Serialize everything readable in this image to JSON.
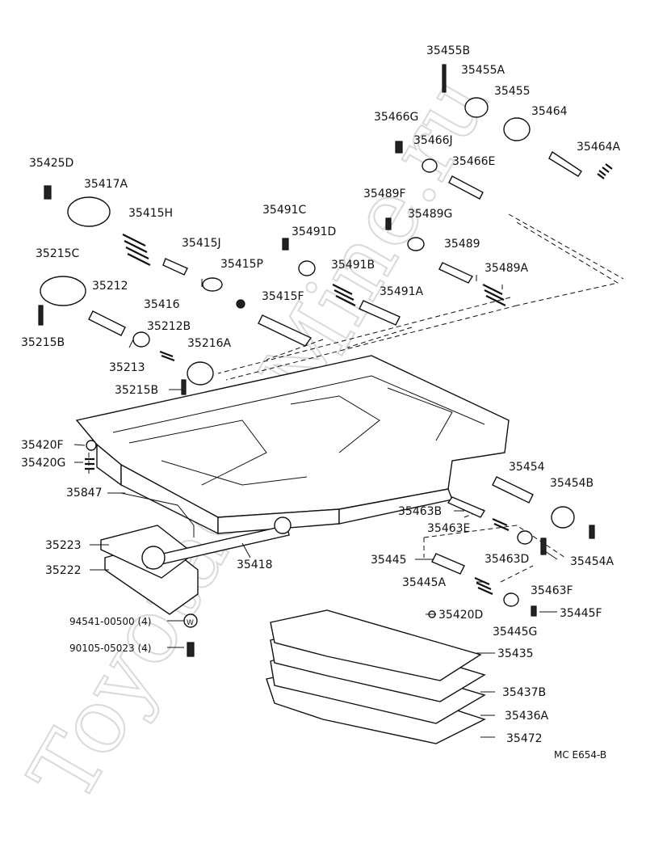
{
  "watermark": "ToyotaCarMine.ru",
  "diagram_code": "MC E654-B",
  "parts": [
    {
      "id": "35455B",
      "label": "35455B"
    },
    {
      "id": "35455A",
      "label": "35455A"
    },
    {
      "id": "35455",
      "label": "35455"
    },
    {
      "id": "35464",
      "label": "35464"
    },
    {
      "id": "35464A",
      "label": "35464A"
    },
    {
      "id": "35466G",
      "label": "35466G"
    },
    {
      "id": "35466J",
      "label": "35466J"
    },
    {
      "id": "35466E",
      "label": "35466E"
    },
    {
      "id": "35425D",
      "label": "35425D"
    },
    {
      "id": "35417A",
      "label": "35417A"
    },
    {
      "id": "35415H",
      "label": "35415H"
    },
    {
      "id": "35491C",
      "label": "35491C"
    },
    {
      "id": "35491D",
      "label": "35491D"
    },
    {
      "id": "35489F",
      "label": "35489F"
    },
    {
      "id": "35489G",
      "label": "35489G"
    },
    {
      "id": "35415J",
      "label": "35415J"
    },
    {
      "id": "35489",
      "label": "35489"
    },
    {
      "id": "35215C",
      "label": "35215C"
    },
    {
      "id": "35415P",
      "label": "35415P"
    },
    {
      "id": "35491B",
      "label": "35491B"
    },
    {
      "id": "35489A",
      "label": "35489A"
    },
    {
      "id": "35212",
      "label": "35212"
    },
    {
      "id": "35416",
      "label": "35416"
    },
    {
      "id": "35415F",
      "label": "35415F"
    },
    {
      "id": "35491A",
      "label": "35491A"
    },
    {
      "id": "35212B",
      "label": "35212B"
    },
    {
      "id": "35215B_top",
      "label": "35215B"
    },
    {
      "id": "35216A",
      "label": "35216A"
    },
    {
      "id": "35213",
      "label": "35213"
    },
    {
      "id": "35215B",
      "label": "35215B"
    },
    {
      "id": "35420F",
      "label": "35420F"
    },
    {
      "id": "35420G",
      "label": "35420G"
    },
    {
      "id": "35454",
      "label": "35454"
    },
    {
      "id": "35454B",
      "label": "35454B"
    },
    {
      "id": "35847",
      "label": "35847"
    },
    {
      "id": "35463B",
      "label": "35463B"
    },
    {
      "id": "35463E",
      "label": "35463E"
    },
    {
      "id": "35223",
      "label": "35223"
    },
    {
      "id": "35418",
      "label": "35418"
    },
    {
      "id": "35445",
      "label": "35445"
    },
    {
      "id": "35463D",
      "label": "35463D"
    },
    {
      "id": "35454A",
      "label": "35454A"
    },
    {
      "id": "35222",
      "label": "35222"
    },
    {
      "id": "35445A",
      "label": "35445A"
    },
    {
      "id": "35463F",
      "label": "35463F"
    },
    {
      "id": "35420D",
      "label": "35420D"
    },
    {
      "id": "35445F",
      "label": "35445F"
    },
    {
      "id": "35445G",
      "label": "35445G"
    },
    {
      "id": "94541",
      "label": "94541-00500 (4)"
    },
    {
      "id": "90105",
      "label": "90105-05023 (4)"
    },
    {
      "id": "35435",
      "label": "35435"
    },
    {
      "id": "35437B",
      "label": "35437B"
    },
    {
      "id": "35436A",
      "label": "35436A"
    },
    {
      "id": "35472",
      "label": "35472"
    }
  ]
}
